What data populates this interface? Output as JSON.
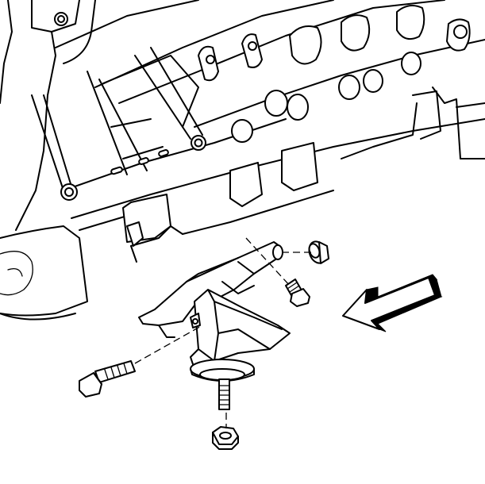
{
  "diagram": {
    "subject": "engine-mount-exploded-view",
    "parts": [
      {
        "id": "engine-block"
      },
      {
        "id": "engine-mount-bracket"
      },
      {
        "id": "mount-through-bolt"
      },
      {
        "id": "mount-bolt-small"
      },
      {
        "id": "washer-nut-upper"
      },
      {
        "id": "engine-mount-insulator"
      },
      {
        "id": "mount-stud"
      },
      {
        "id": "lower-nut"
      },
      {
        "id": "front-direction-arrow"
      }
    ],
    "colors": {
      "line": "#000000",
      "background": "#ffffff"
    }
  }
}
